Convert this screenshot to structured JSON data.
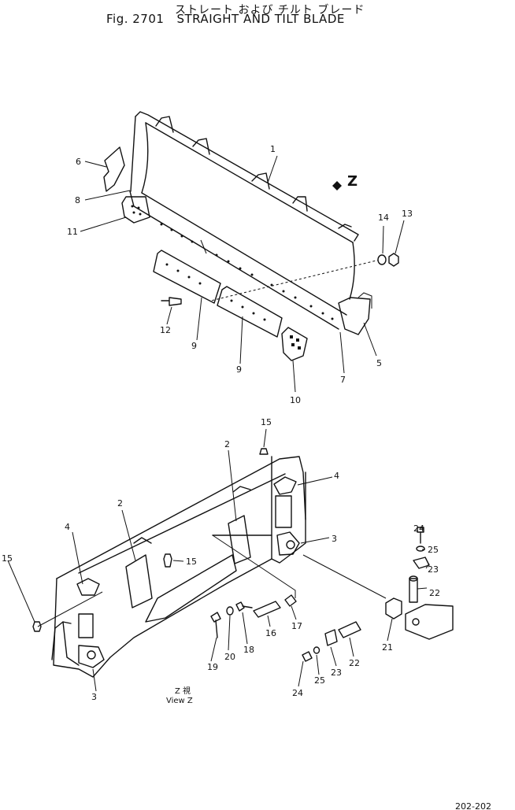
{
  "title_jp": "ストレート および チルト ブレード",
  "title_fig": "Fig. 2701",
  "title_en": "STRAIGHT AND TILT BLADE",
  "z_mark": "Z",
  "view_jp": "Z 視",
  "view_en": "View Z",
  "footer_code": "202-202",
  "labels": {
    "p1": "1",
    "p2a": "2",
    "p2b": "2",
    "p3a": "3",
    "p3b": "3",
    "p4a": "4",
    "p4b": "4",
    "p5": "5",
    "p6": "6",
    "p7": "7",
    "p8": "8",
    "p9a": "9",
    "p9b": "9",
    "p10": "10",
    "p11": "11",
    "p12": "12",
    "p13": "13",
    "p14": "14",
    "p15a": "15",
    "p15b": "15",
    "p15c": "15",
    "p16": "16",
    "p17": "17",
    "p18": "18",
    "p19": "19",
    "p20": "20",
    "p21": "21",
    "p22a": "22",
    "p22b": "22",
    "p23a": "23",
    "p23b": "23",
    "p24a": "24",
    "p24b": "24",
    "p25a": "25",
    "p25b": "25"
  }
}
